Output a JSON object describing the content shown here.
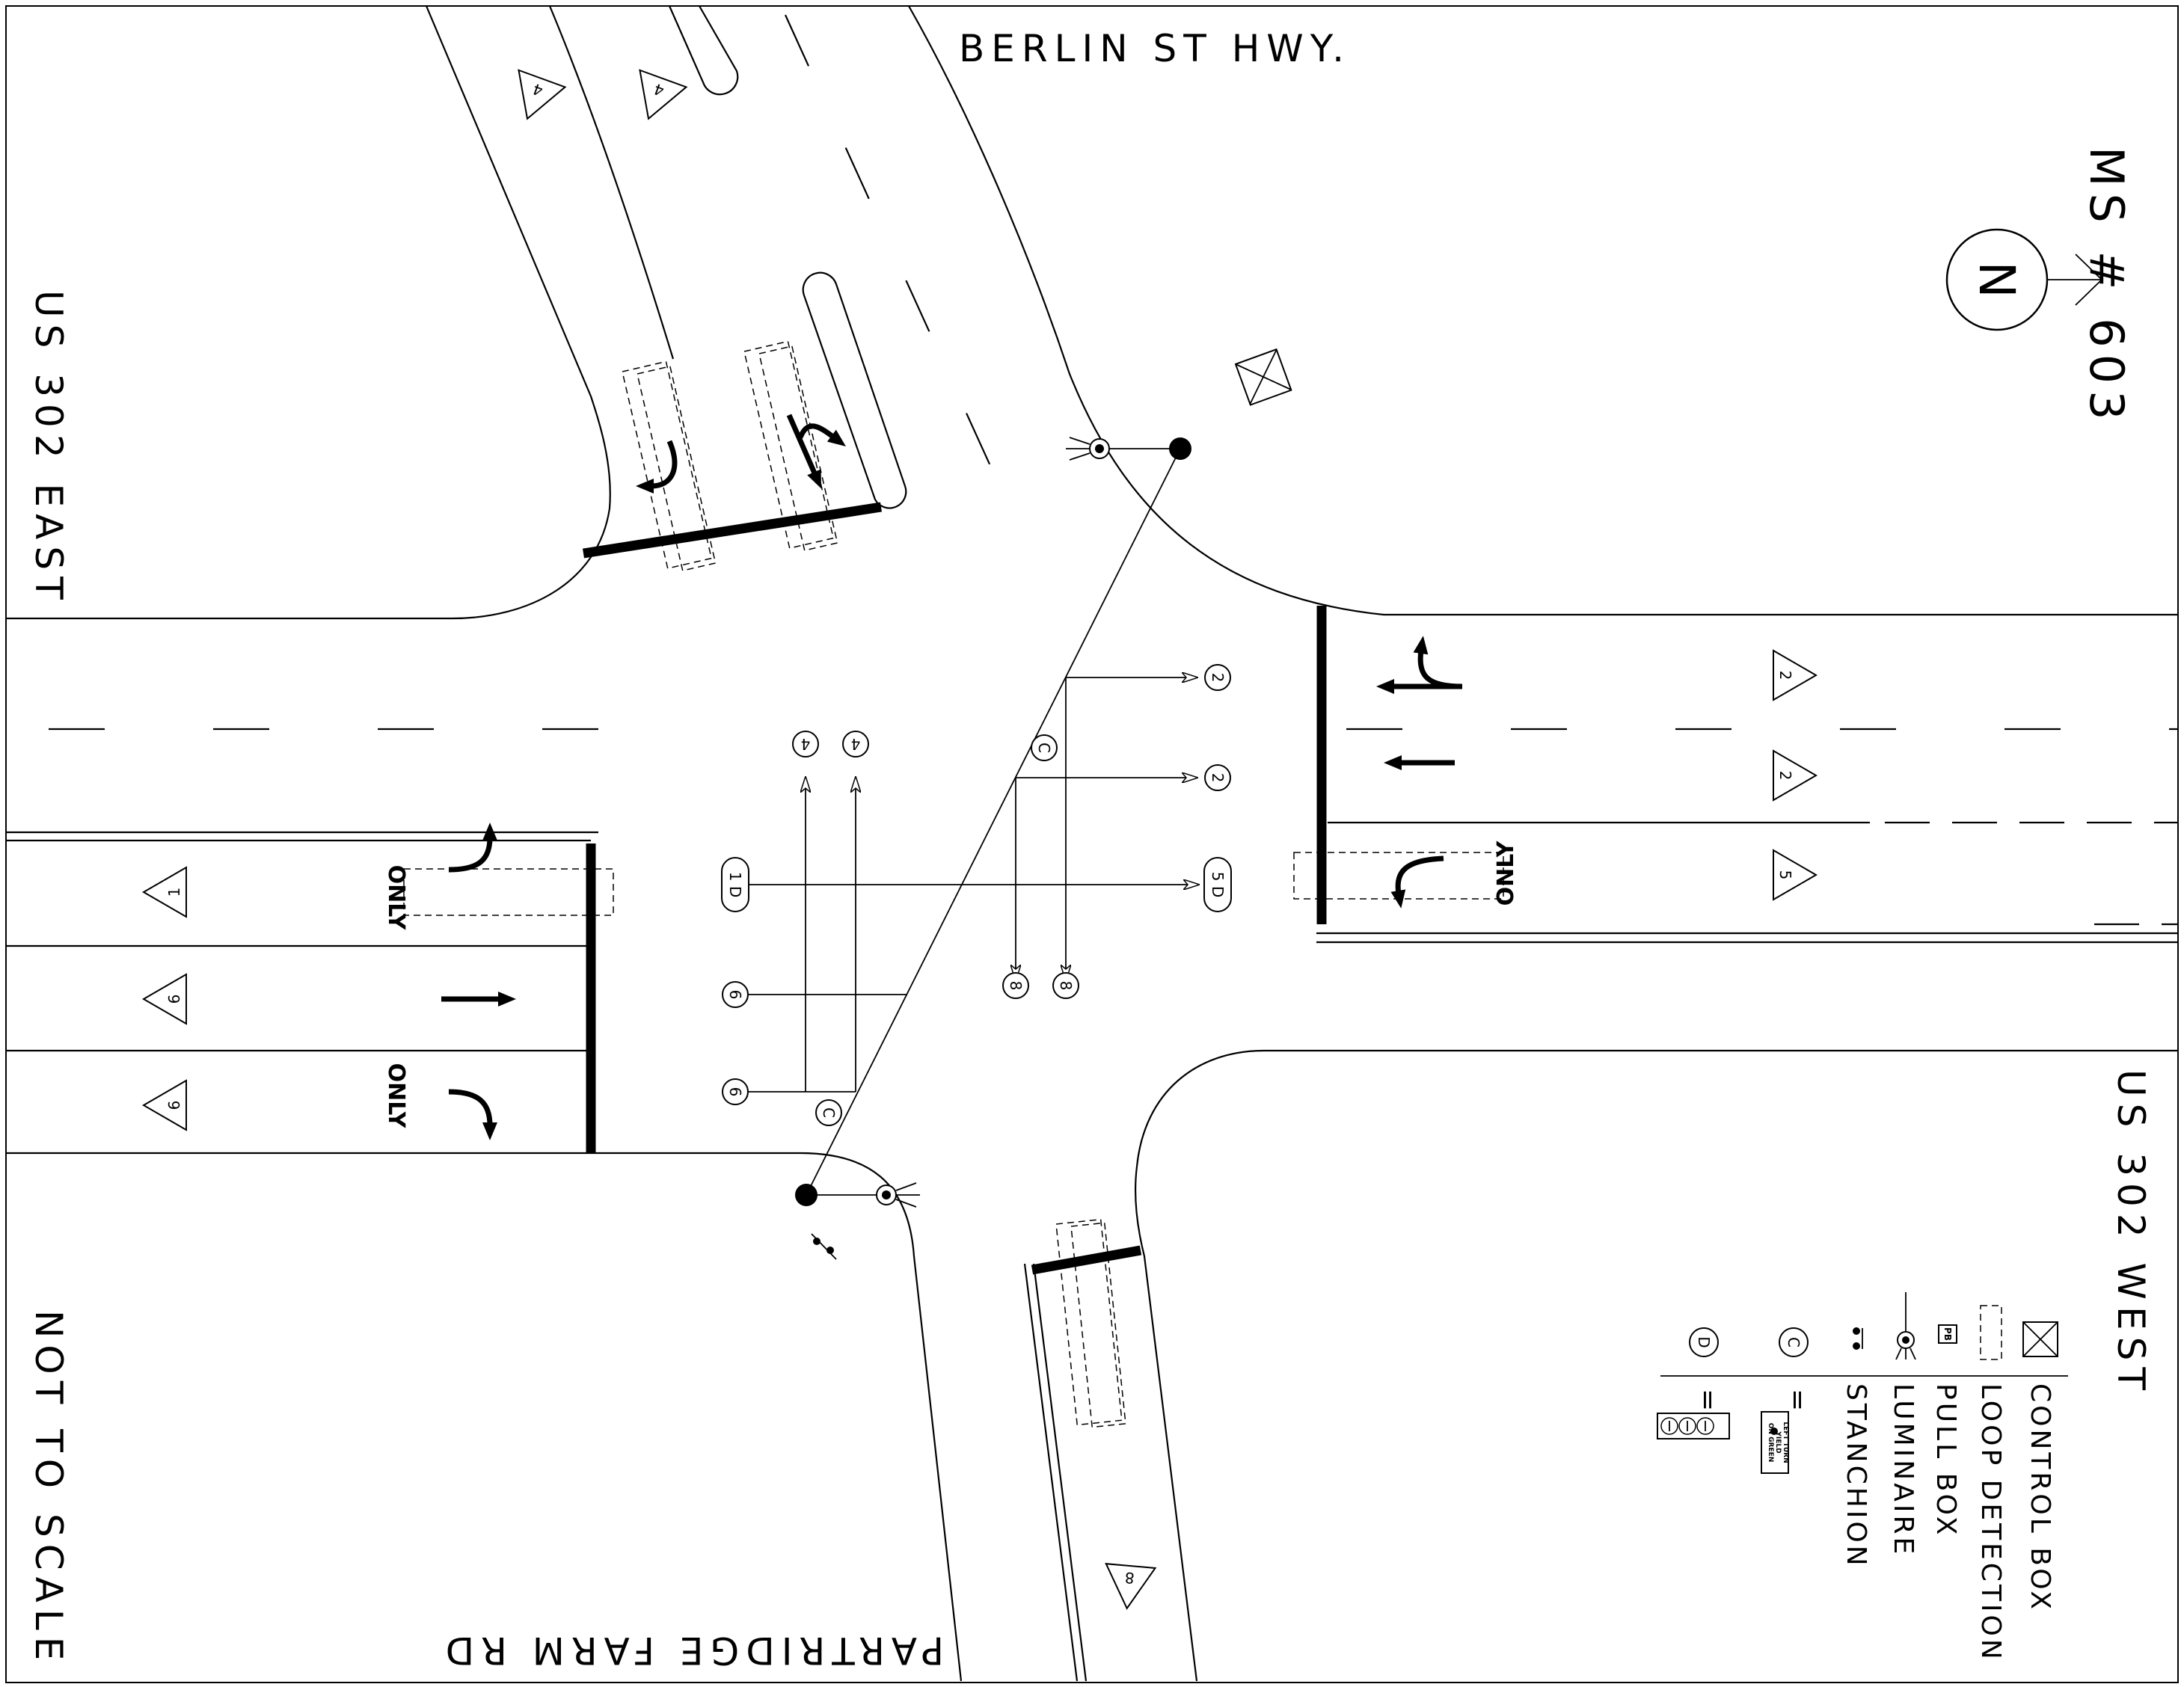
{
  "labels": {
    "berlin": "BERLIN ST HWY.",
    "ms": "MS # 603",
    "us_east": "US 302 EAST",
    "us_west": "US 302 WEST",
    "partridge": "PARTRIDGE FARM RD",
    "not_to_scale": "NOT TO SCALE",
    "north": "N",
    "only": "ONLY"
  },
  "phase_triangles": [
    "4",
    "4",
    "2",
    "2",
    "5",
    "1",
    "6",
    "6",
    "8"
  ],
  "detector_tags": [
    "2",
    "2",
    "4",
    "4",
    "1 D",
    "5 D",
    "6",
    "6",
    "8",
    "8",
    "C",
    "C"
  ],
  "legend": {
    "items": [
      "CONTROL BOX",
      "LOOP DETECTION",
      "PULL BOX",
      "LUMINAIRE",
      "STANCHION"
    ],
    "pb_symbol": "PB",
    "c_symbol": "C",
    "d_symbol": "D",
    "equals": "=",
    "sign_text": [
      "LEFT TURN",
      "YIELD",
      "ON GREEN"
    ]
  }
}
